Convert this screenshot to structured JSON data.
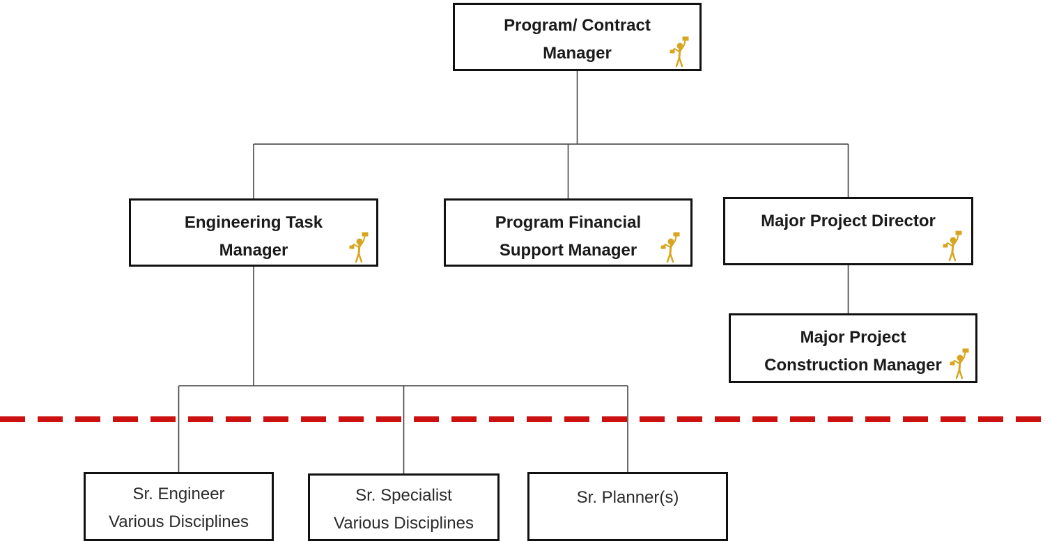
{
  "org_chart": {
    "nodes": [
      {
        "id": "program-contract-manager",
        "lines": [
          "Program/ Contract",
          "Manager"
        ],
        "role_icon": "manager-figure-icon"
      },
      {
        "id": "engineering-task-manager",
        "lines": [
          "Engineering Task",
          "Manager"
        ],
        "role_icon": "manager-figure-icon"
      },
      {
        "id": "program-financial-support-manager",
        "lines": [
          "Program Financial",
          "Support Manager"
        ],
        "role_icon": "manager-figure-icon"
      },
      {
        "id": "major-project-director",
        "lines": [
          "Major Project Director"
        ],
        "role_icon": "manager-figure-icon"
      },
      {
        "id": "major-project-construction-manager",
        "lines": [
          "Major Project",
          "Construction Manager"
        ],
        "role_icon": "manager-figure-icon"
      },
      {
        "id": "sr-engineer",
        "lines": [
          "Sr. Engineer",
          "Various Disciplines"
        ]
      },
      {
        "id": "sr-specialist",
        "lines": [
          "Sr. Specialist",
          "Various Disciplines"
        ]
      },
      {
        "id": "sr-planner",
        "lines": [
          "Sr. Planner(s)"
        ]
      }
    ],
    "reporting": [
      {
        "from": "program-contract-manager",
        "to": "engineering-task-manager"
      },
      {
        "from": "program-contract-manager",
        "to": "program-financial-support-manager"
      },
      {
        "from": "program-contract-manager",
        "to": "major-project-director"
      },
      {
        "from": "major-project-director",
        "to": "major-project-construction-manager"
      },
      {
        "from": "engineering-task-manager",
        "to": "sr-engineer"
      },
      {
        "from": "engineering-task-manager",
        "to": "sr-specialist"
      },
      {
        "from": "engineering-task-manager",
        "to": "sr-planner"
      }
    ],
    "colors": {
      "box_border": "#111111",
      "connector": "#444444",
      "boundary_line": "#cc1111",
      "icon": "#d8a520"
    }
  }
}
